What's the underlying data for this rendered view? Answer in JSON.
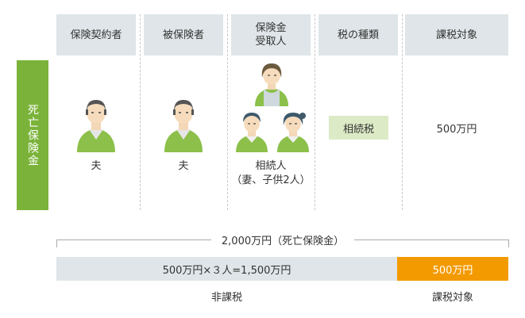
{
  "headers": [
    "保険契約者",
    "被保険者",
    "保険金\n受取人",
    "税の種類",
    "課税対象"
  ],
  "side_label": "死亡保険金",
  "contract_person_label": "夫",
  "insured_person_label": "夫",
  "recipient_label_line1": "相続人",
  "recipient_label_line2": "（妻、子供2人）",
  "tax_type": "相続税",
  "taxable_amount": "500万円",
  "total_label": "2,000万円（死亡保険金）",
  "nontaxable_formula": "500万円×３人=1,500万円",
  "taxable_bar_label": "500万円",
  "nontaxable_label": "非課税",
  "taxable_label": "課税対象",
  "colors": {
    "green": "#7bb33a",
    "orange": "#f39a00",
    "header_bg": "#dfe5e8",
    "badge_bg": "#dcebc6"
  }
}
